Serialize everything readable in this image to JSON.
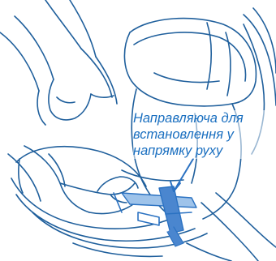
{
  "annotation": {
    "lines": [
      "Направляюча для",
      "встановлення у",
      "напрямку руху"
    ]
  },
  "colors": {
    "line": "#1f5f9c",
    "accent": "#2b72c2",
    "text": "#1a6fc0"
  },
  "icons": [
    "hands-icon",
    "car-seat-icon",
    "seat-belt-guide-icon",
    "arrow-icon"
  ]
}
